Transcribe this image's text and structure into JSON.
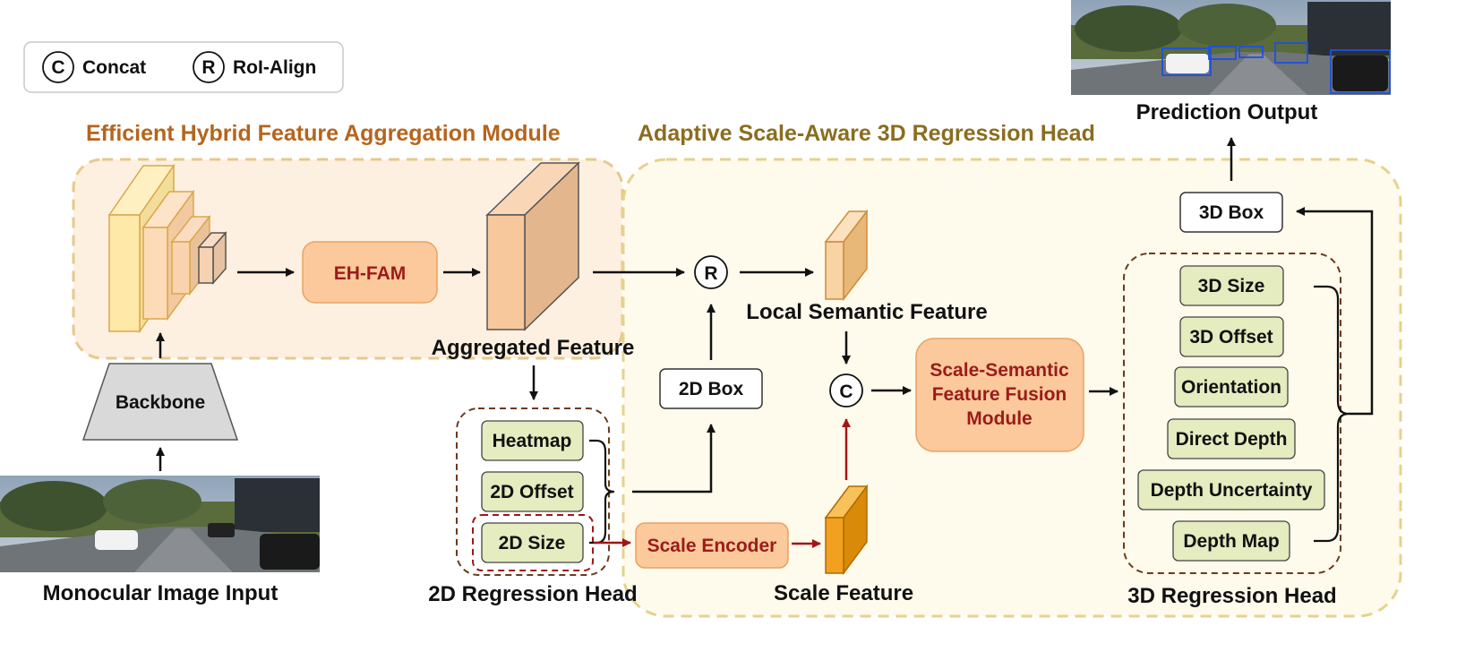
{
  "legend": {
    "concat_symbol": "C",
    "concat_label": "Concat",
    "roi_symbol": "R",
    "roi_label": "RoI-Align"
  },
  "modules": {
    "ehfam_title": "Efficient Hybrid Feature Aggregation Module",
    "head_title": "Adaptive Scale-Aware 3D Regression Head"
  },
  "nodes": {
    "backbone": "Backbone",
    "ehfam": "EH-FAM",
    "aggregated_feature": "Aggregated Feature",
    "local_semantic_feature": "Local Semantic Feature",
    "box2d": "2D Box",
    "scale_encoder": "Scale Encoder",
    "scale_feature": "Scale Feature",
    "fusion_line1": "Scale-Semantic",
    "fusion_line2": "Feature Fusion",
    "fusion_line3": "Module",
    "box3d": "3D Box",
    "input_caption": "Monocular Image Input",
    "output_caption": "Prediction Output",
    "reg2d_caption": "2D Regression Head",
    "reg3d_caption": "3D Regression Head",
    "concat_symbol": "C",
    "roi_symbol": "R"
  },
  "reg2d_items": [
    "Heatmap",
    "2D Offset",
    "2D Size"
  ],
  "reg3d_items": [
    "3D Size",
    "3D Offset",
    "Orientation",
    "Direct Depth",
    "Depth Uncertainty",
    "Depth Map"
  ],
  "colors": {
    "ehfam_fill": "#fdf0e0",
    "ehfam_border": "#e5c98d",
    "head_fill": "#fefaec",
    "head_border": "#e5d28d",
    "orange_box": "#fbc99b",
    "orange_border": "#e8a265",
    "green_box": "#e4ecc0",
    "scale_feature": "#f2a01f",
    "red_arrow": "#a31515",
    "backbone_fill": "#d9d9d9"
  }
}
